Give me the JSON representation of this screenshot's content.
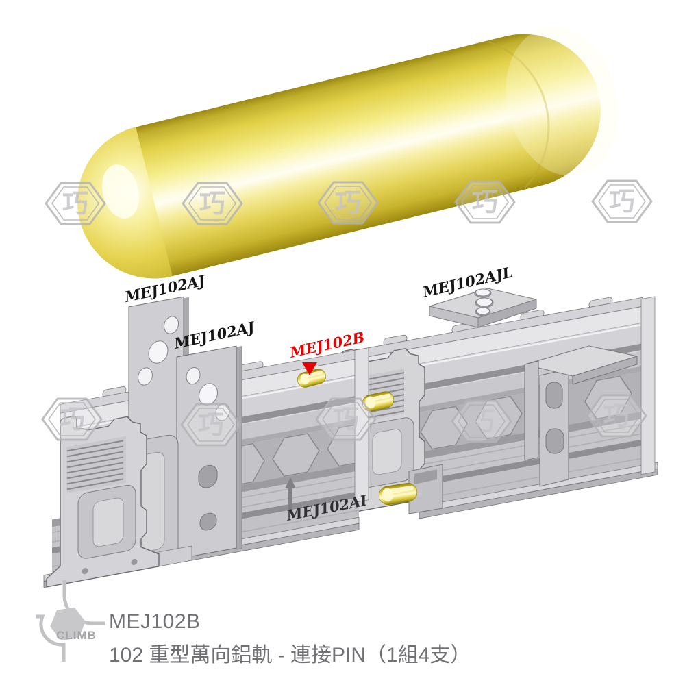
{
  "product": {
    "code": "MEJ102B",
    "name": "102 重型萬向鋁軌 - 連接PIN（1組4支）"
  },
  "brand": {
    "name": "CLIMB"
  },
  "watermark": {
    "char": "巧"
  },
  "diagram": {
    "labels": {
      "bracket_tall": "MEJ102AJ",
      "bracket_short": "MEJ102AJ",
      "bracket_top_right": "MEJ102AJL",
      "connector_pin": "MEJ102B",
      "rail_body": "MEJ102AI"
    }
  },
  "colors": {
    "pin_yellow": "#e9d84e",
    "label_red": "#e60000",
    "rail_gray": "#c9c9cd",
    "text_gray": "#717175"
  }
}
